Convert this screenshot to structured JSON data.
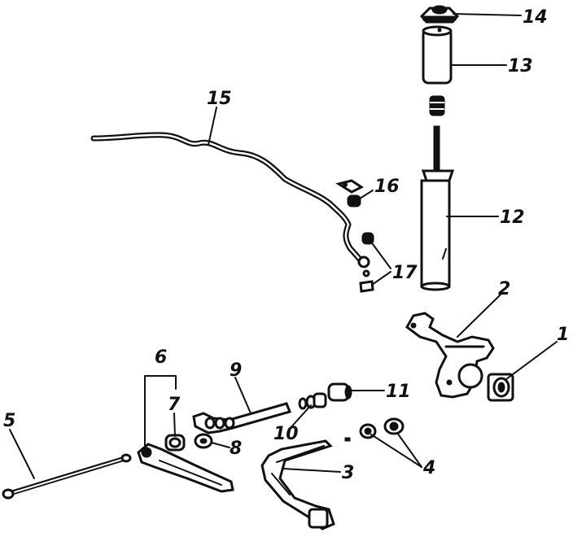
{
  "diagram": {
    "colors": {
      "ink": "#111111",
      "background": "#ffffff"
    },
    "callouts": [
      {
        "id": "c1",
        "label": "1"
      },
      {
        "id": "c2",
        "label": "2"
      },
      {
        "id": "c3",
        "label": "3"
      },
      {
        "id": "c4",
        "label": "4"
      },
      {
        "id": "c5",
        "label": "5"
      },
      {
        "id": "c6",
        "label": "6"
      },
      {
        "id": "c7",
        "label": "7"
      },
      {
        "id": "c8",
        "label": "8"
      },
      {
        "id": "c9",
        "label": "9"
      },
      {
        "id": "c10",
        "label": "10"
      },
      {
        "id": "c11",
        "label": "11"
      },
      {
        "id": "c12",
        "label": "12"
      },
      {
        "id": "c13",
        "label": "13"
      },
      {
        "id": "c14",
        "label": "14"
      },
      {
        "id": "c15",
        "label": "15"
      },
      {
        "id": "c16",
        "label": "16"
      },
      {
        "id": "c17",
        "label": "17"
      }
    ]
  }
}
